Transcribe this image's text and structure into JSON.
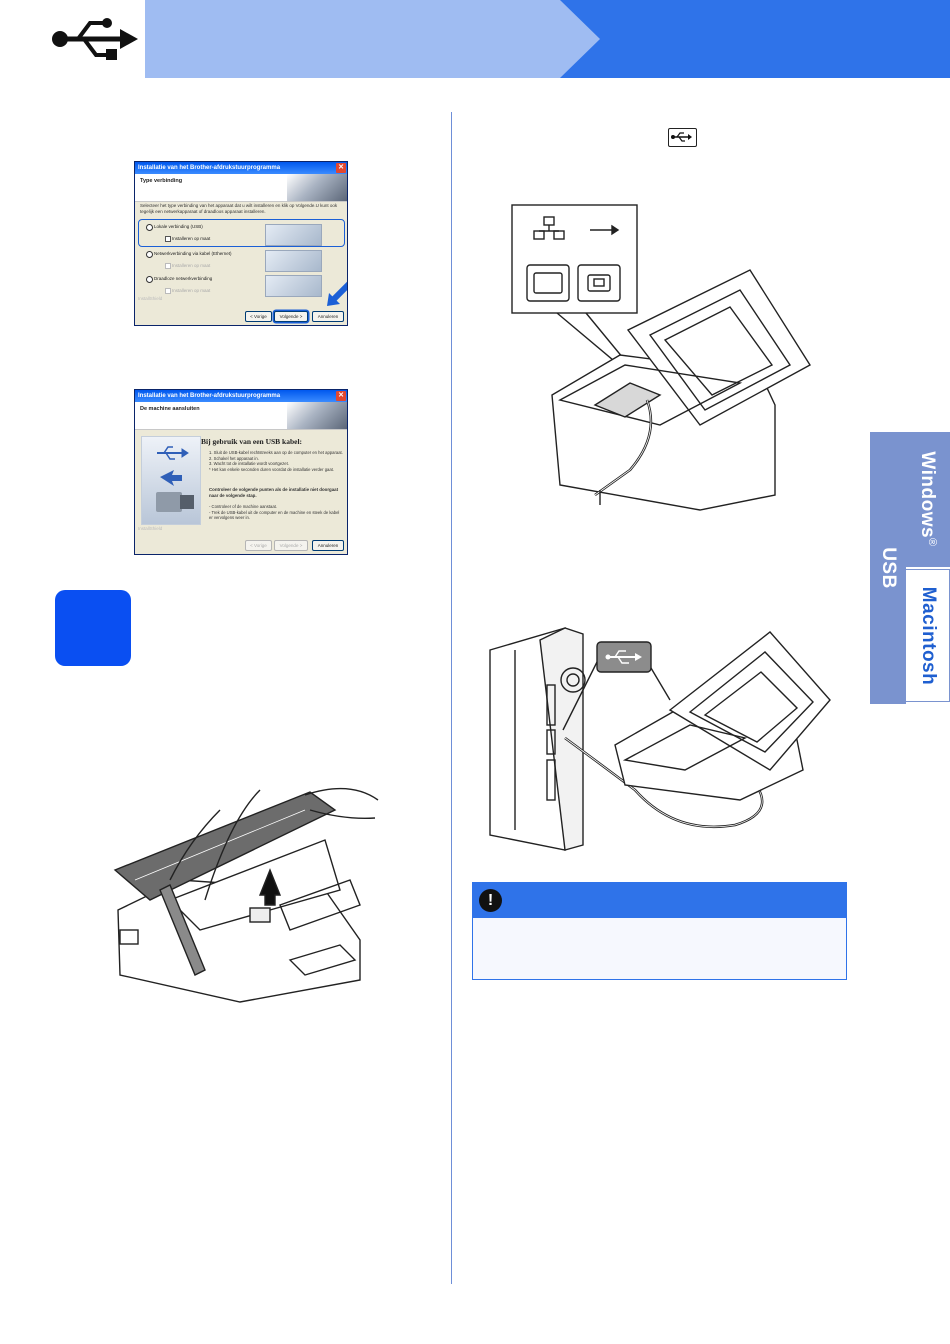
{
  "header": {
    "icon": "usb-icon",
    "colors": {
      "light": "#9fbcf2",
      "dark": "#2f73e9"
    }
  },
  "side_tabs": {
    "usb": "USB",
    "windows": "Windows",
    "registered": "®",
    "macintosh": "Macintosh"
  },
  "dialog1": {
    "window_title": "Installatie van het Brother-afdrukstuurprogramma",
    "header": "Type verbinding",
    "intro": "Selecteer het type verbinding van het apparaat dat u wilt installeren en klik op Volgende.U kunt ook tegelijk een netwerkapparaat of draadloos apparaat installeren.",
    "option_usb": "Lokale verbinding (USB)",
    "option_usb_custom": "Installeren op maat",
    "option_wired": "Netwerkverbinding via kabel (Ethernet)",
    "option_wired_custom": "Installeren op maat",
    "option_wireless": "Draadloze netwerkverbinding",
    "option_wireless_custom": "Installeren op maat",
    "footer_label": "InstallShield",
    "btn_back": "< Vorige",
    "btn_next": "Volgende >",
    "btn_cancel": "Annuleren"
  },
  "dialog2": {
    "window_title": "Installatie van het Brother-afdrukstuurprogramma",
    "header": "De machine aansluiten",
    "heading": "Bij gebruik van een USB kabel:",
    "steps": "1. Sluit de USB-kabel rechtstreeks aan op de computer en het apparaat.\n2. Schakel het apparaat in.\n3. Wacht tot de installatie wordt voortgezet.\n* Het kan enkele seconden duren voordat de installatie verder gaat.",
    "check_heading": "Controleer de volgende punten als de installatie niet doorgaat naar de volgende stap.",
    "check_items": "- Controleer of de machine aanstaat.\n- Trek de USB-kabel uit de computer en de machine en steek de kabel er vervolgens weer in.",
    "footer_label": "InstallShield",
    "btn_back": "< Vorige",
    "btn_next": "Volgende >",
    "btn_cancel": "Annuleren"
  },
  "notice": {
    "icon": "exclamation-icon"
  }
}
